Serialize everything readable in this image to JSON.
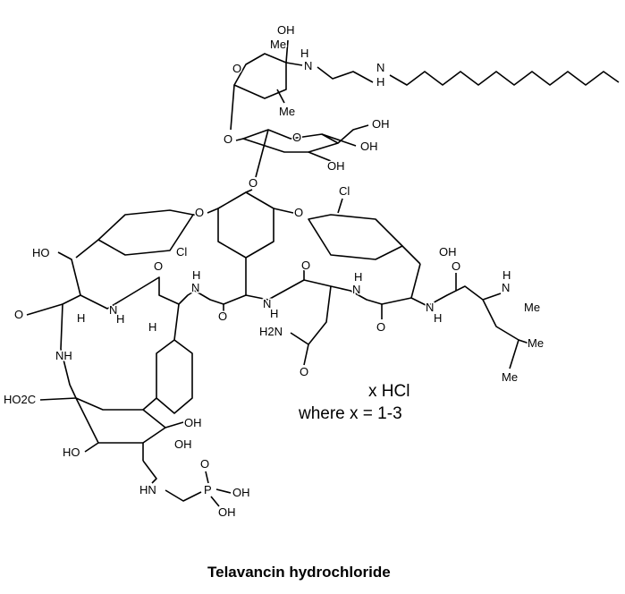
{
  "title": "Telavancin hydrochloride",
  "salt_note": "x HCl",
  "salt_range": "where x = 1-3",
  "atom_labels": [
    "OH",
    "Me",
    "O",
    "H",
    "N",
    "N",
    "H",
    "Me",
    "O",
    "O",
    "OH",
    "OH",
    "OH",
    "O",
    "Cl",
    "O",
    "O",
    "HO",
    "Cl",
    "OH",
    "O",
    "O",
    "H",
    "N",
    "N",
    "H",
    "O",
    "H",
    "H",
    "O",
    "N",
    "H",
    "H",
    "N",
    "O",
    "N",
    "H",
    "H",
    "N",
    "Me",
    "O",
    "H2N",
    "O",
    "Me",
    "Me",
    "NH",
    "HO2C",
    "OH",
    "OH",
    "HO",
    "HN",
    "P",
    "O",
    "OH",
    "OH"
  ]
}
